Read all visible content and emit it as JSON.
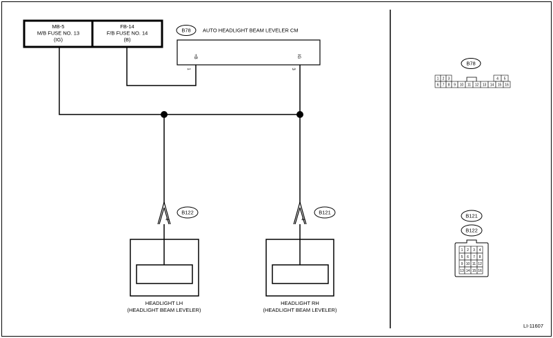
{
  "fuses": [
    {
      "code": "MB-5",
      "name": "M/B FUSE NO. 13",
      "supply": "(IG)"
    },
    {
      "code": "FB-14",
      "name": "F/B FUSE NO. 14",
      "supply": "(B)"
    }
  ],
  "control_module": {
    "connector": "B78",
    "title": "AUTO HEADLIGHT BEAM LEVELER CM",
    "pins": [
      {
        "number": "1",
        "label": "+B"
      },
      {
        "number": "3",
        "label": "IG"
      }
    ]
  },
  "headlights": [
    {
      "connector": "B122",
      "pin": "4",
      "line1": "HEADLIGHT LH",
      "line2": "(HEADLIGHT BEAM LEVELER)"
    },
    {
      "connector": "B121",
      "pin": "4",
      "line1": "HEADLIGHT RH",
      "line2": "(HEADLIGHT BEAM LEVELER)"
    }
  ],
  "connector_views": {
    "b78": {
      "label": "B78",
      "top_pins": [
        "1",
        "2",
        "3",
        "4",
        "5"
      ],
      "bottom_pins": [
        "6",
        "7",
        "8",
        "9",
        "10",
        "11",
        "12",
        "13",
        "14",
        "15",
        "16"
      ]
    },
    "b121_b122": {
      "labels": [
        "B121",
        "B122"
      ],
      "pins": [
        "1",
        "2",
        "3",
        "4",
        "5",
        "6",
        "7",
        "8",
        "9",
        "10",
        "11",
        "12",
        "13",
        "14",
        "15",
        "16"
      ]
    }
  },
  "figure_id": "LI-11607"
}
